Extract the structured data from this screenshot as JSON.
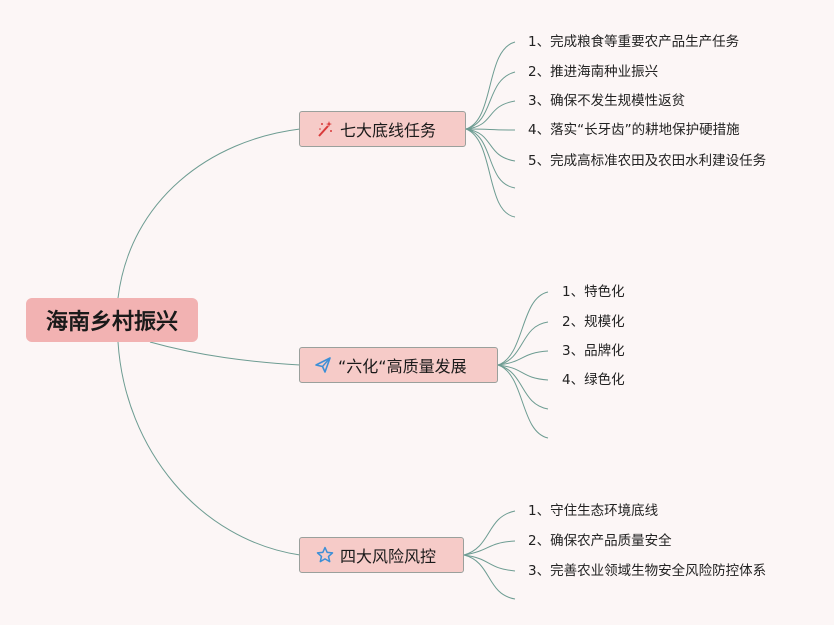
{
  "root": {
    "title": "海南乡村振兴"
  },
  "branches": [
    {
      "label": "七大底线任务",
      "icon": "magic-wand-icon",
      "icon_color": "#d93a3a",
      "items": [
        "1、完成粮食等重要农产品生产任务",
        "2、推进海南种业振兴",
        "3、确保不发生规模性返贫",
        "4、落实“长牙齿”的耕地保护硬措施",
        "5、完成高标准农田及农田水利建设任务"
      ]
    },
    {
      "label": "“六化“高质量发展",
      "icon": "paper-plane-icon",
      "icon_color": "#3d8fd6",
      "items": [
        "1、特色化",
        "2、规模化",
        "3、品牌化",
        "4、绿色化"
      ]
    },
    {
      "label": "四大风险风控",
      "icon": "star-outline-icon",
      "icon_color": "#3d8fd6",
      "items": [
        "1、守住生态环境底线",
        "2、确保农产品质量安全",
        "3、完善农业领域生物安全风险防控体系"
      ]
    }
  ],
  "colors": {
    "background": "#fcf6f6",
    "root_fill": "#f2b2b2",
    "branch_fill": "#f6cbc8",
    "connector": "#6d9c92"
  }
}
